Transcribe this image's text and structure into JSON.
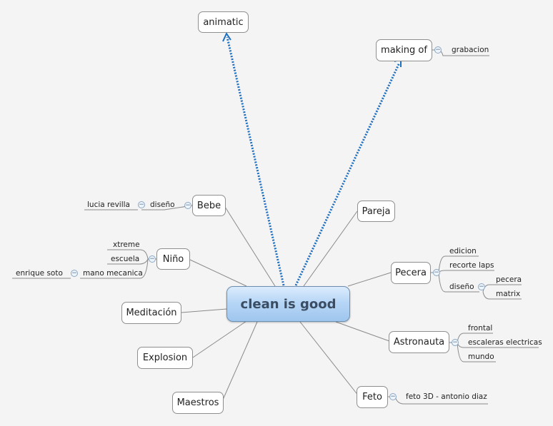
{
  "central": "clean is good",
  "topics": {
    "animatic": "animatic",
    "making_of": "making of",
    "bebe": "Bebe",
    "nino": "Niño",
    "meditacion": "Meditación",
    "explosion": "Explosion",
    "maestros": "Maestros",
    "pareja": "Pareja",
    "pecera": "Pecera",
    "astronauta": "Astronauta",
    "feto": "Feto"
  },
  "subtopics": {
    "grabacion": "grabacion",
    "bebe_diseno": "diseño",
    "lucia_revilla": "lucia revilla",
    "xtreme": "xtreme",
    "escuela": "escuela",
    "mano_mecanica": "mano mecanica",
    "enrique_soto": "enrique soto",
    "edicion": "edicion",
    "recorte_laps": "recorte laps",
    "pecera_diseno": "diseño",
    "pecera_leaf": "pecera",
    "matrix": "matrix",
    "frontal": "frontal",
    "escaleras_electricas": "escaleras electricas",
    "mundo": "mundo",
    "feto_3d": "feto 3D - antonio diaz"
  },
  "collapse_symbol": "−",
  "colors": {
    "background": "#f4f4f4",
    "connector": "#8a8a8a",
    "relationship_arrow": "#1f6fbf",
    "central_fill": "#b7d6f6"
  }
}
